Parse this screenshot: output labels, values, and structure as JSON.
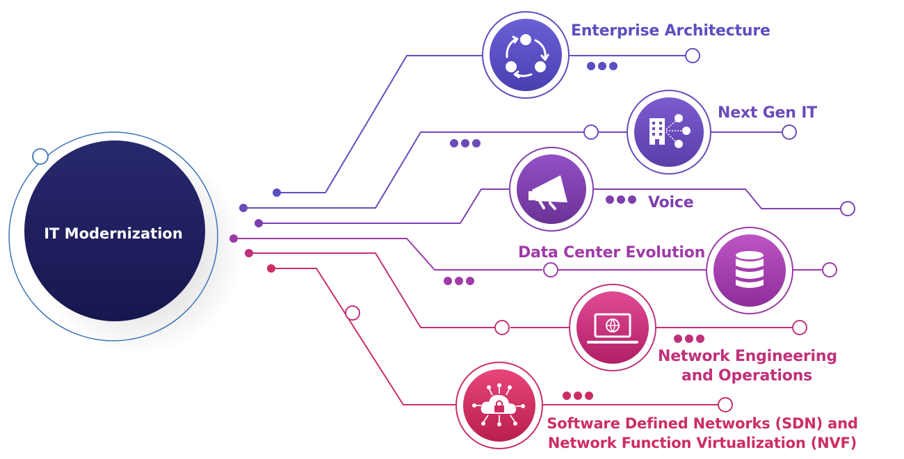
{
  "hub": {
    "label": "IT Modernization",
    "color": "#1f1f5e"
  },
  "branches": [
    {
      "label": "Enterprise Architecture",
      "icon": "cycle-arrows-icon",
      "color": "#5b4fc1"
    },
    {
      "label": "Next Gen IT",
      "icon": "building-network-icon",
      "color": "#6a4bb8"
    },
    {
      "label": "Voice",
      "icon": "megaphone-icon",
      "color": "#7e3fae"
    },
    {
      "label": "Data Center Evolution",
      "icon": "database-icon",
      "color": "#a03aa8"
    },
    {
      "label": "Network Engineering and Operations",
      "lines": [
        "Network Engineering",
        "and Operations"
      ],
      "icon": "laptop-globe-icon",
      "color": "#c0307a"
    },
    {
      "label": "Software Defined Networks (SDN) and Network Function Virtualization (NVF)",
      "lines": [
        "Software Defined Networks (SDN) and",
        "Network Function Virtualization (NVF)"
      ],
      "icon": "cloud-lock-icon",
      "color": "#cc2e62"
    }
  ]
}
